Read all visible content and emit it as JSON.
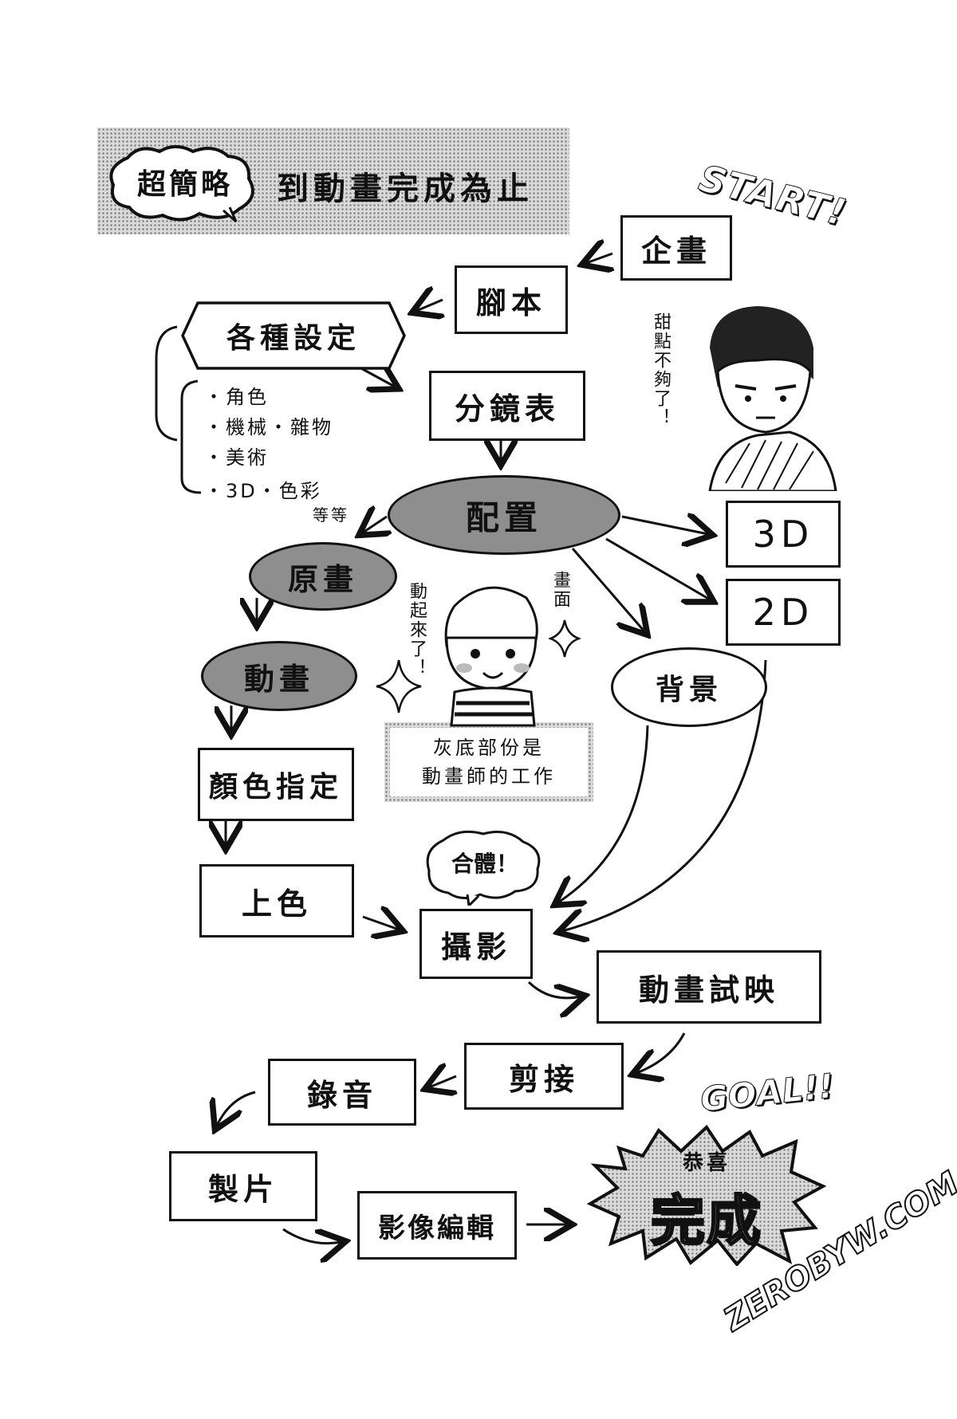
{
  "header": {
    "badge": "超簡略",
    "title": "到動畫完成為止"
  },
  "start_label": "START!",
  "goal_label": "GOAL!!",
  "nodes": {
    "planning": "企畫",
    "script": "腳本",
    "settings": "各種設定",
    "storyboard": "分鏡表",
    "layout": "配置",
    "key_animation": "原畫",
    "in_between": "動畫",
    "color_spec": "顏色指定",
    "coloring": "上色",
    "three_d": "3D",
    "two_d": "2D",
    "background": "背景",
    "photography": "攝影",
    "rush_screening": "動畫試映",
    "editing": "剪接",
    "recording": "錄音",
    "production": "製片",
    "video_editing": "影像編輯"
  },
  "settings_list": [
    "・角色",
    "・機械・雜物",
    "・美術",
    "・3D・色彩"
  ],
  "settings_etc": "等等",
  "composite_bubble": "合體！",
  "note_box": [
    "灰底部份是",
    "動畫師的工作"
  ],
  "speech": {
    "man": "甜點不夠了！",
    "boy_left": "動起來了！",
    "boy_right": "畫面"
  },
  "goal": {
    "small": "恭喜",
    "big": "完成"
  },
  "watermark": "ZEROBYW.COM",
  "colors": {
    "gray_node": "#8e8e8e",
    "ink": "#111111",
    "dot_bg": "#d9d9d9"
  }
}
